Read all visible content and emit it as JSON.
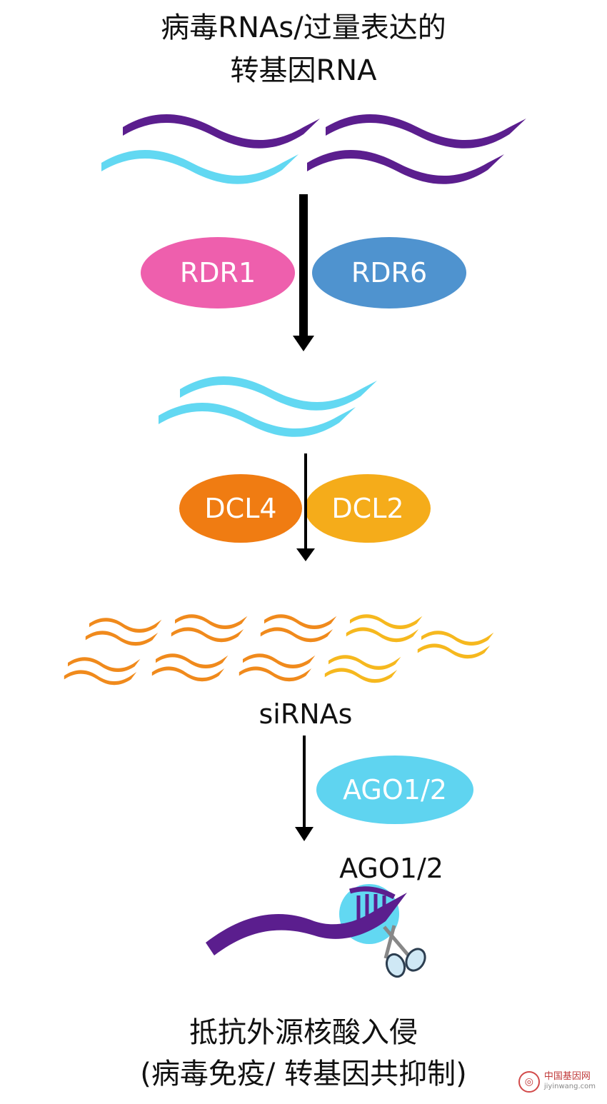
{
  "title": {
    "line1": "病毒RNAs/过量表达的",
    "line2": "转基因RNA"
  },
  "enzymes": {
    "rdr1": "RDR1",
    "rdr6": "RDR6",
    "dcl4": "DCL4",
    "dcl2": "DCL2",
    "ago_pill": "AGO1/2",
    "ago_label": "AGO1/2"
  },
  "sirnas_label": "siRNAs",
  "result": {
    "line1": "抵抗外源核酸入侵",
    "line2": "(病毒免疫/ 转基因共抑制)"
  },
  "watermark": {
    "name": "中国基因网",
    "url": "jiyinwang.com"
  },
  "colors": {
    "purple_rna": "#5b1e8e",
    "cyan_rna": "#62d8f2",
    "rdr1": "#ee5fad",
    "rdr6": "#4f93cf",
    "dcl4": "#f07c12",
    "dcl2": "#f5ac1a",
    "ago": "#5fd4f0",
    "sirna_orange": "#f08a1c",
    "sirna_yellow": "#f6b81e"
  }
}
